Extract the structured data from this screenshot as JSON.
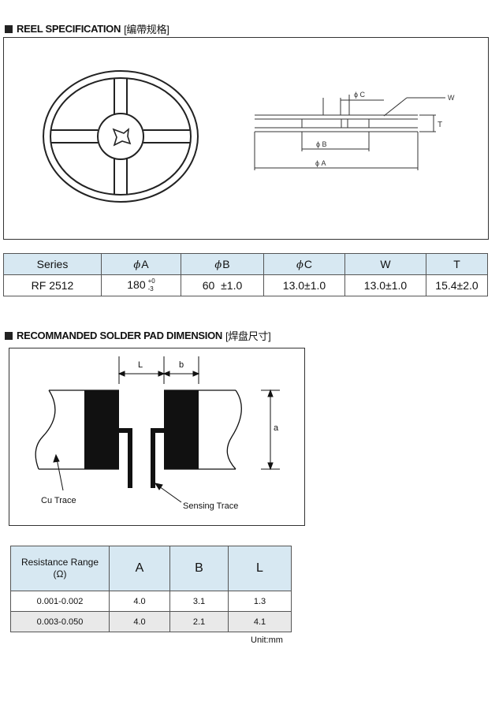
{
  "reel_section": {
    "title": "REEL SPECIFICATION",
    "title_cn": "[编帶规格]",
    "diagram_labels": {
      "phi_c": "ϕ C",
      "w": "W",
      "t": "T",
      "phi_b": "ϕ B",
      "phi_a": "ϕ A"
    },
    "table": {
      "headers": {
        "series": "Series",
        "phi_symbol": "ϕ",
        "a": "A",
        "b": "B",
        "c": "C",
        "w": "W",
        "t": "T"
      },
      "row": {
        "series": "RF 2512",
        "a_value": "180",
        "a_tol_plus": "+0",
        "a_tol_minus": "-3",
        "b_value": "60  ±1.0",
        "c_value": "13.0±1.0",
        "w_value": "13.0±1.0",
        "t_value": "15.4±2.0"
      }
    }
  },
  "pad_section": {
    "title": "RECOMMANDED SOLDER PAD DIMENSION",
    "title_cn": "[焊盘尺寸]",
    "diagram_labels": {
      "l": "L",
      "b": "b",
      "a": "a",
      "cu_trace": "Cu Trace",
      "sensing_trace": "Sensing Trace"
    },
    "table": {
      "headers": {
        "range": "Resistance Range",
        "range_unit": "(Ω)",
        "a": "A",
        "b": "B",
        "l": "L"
      },
      "rows": [
        {
          "range": "0.001-0.002",
          "a": "4.0",
          "b": "3.1",
          "l": "1.3"
        },
        {
          "range": "0.003-0.050",
          "a": "4.0",
          "b": "2.1",
          "l": "4.1"
        }
      ]
    },
    "unit": "Unit:mm"
  }
}
